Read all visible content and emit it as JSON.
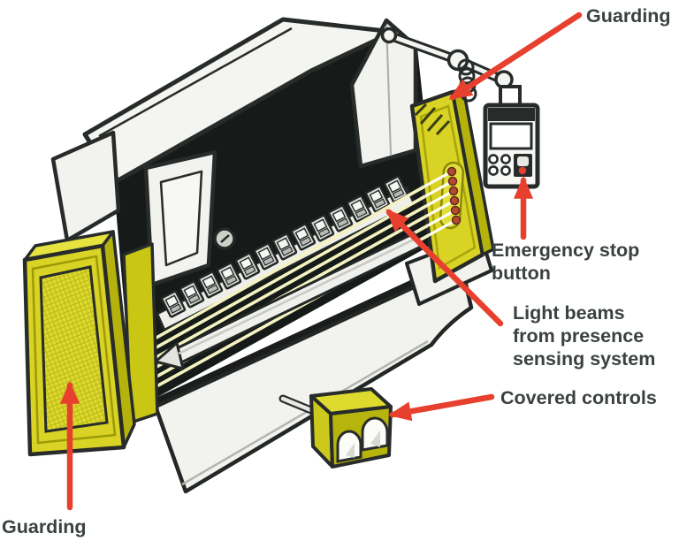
{
  "labels": {
    "guarding_top": "Guarding",
    "emergency_stop_line1": "Emergency stop",
    "emergency_stop_line2": "button",
    "light_beams_line1": "Light beams",
    "light_beams_line2": "from presence",
    "light_beams_line3": "sensing system",
    "covered_controls": "Covered controls",
    "guarding_bottom": "Guarding"
  },
  "colors": {
    "guard_yellow": "#d8d324",
    "guard_yellow_dark": "#b5b20c",
    "guard_yellow_light": "#e6e340",
    "light_beam_pale": "#f5f2c2",
    "light_beam_white": "#fdfdf6",
    "arrow_red": "#e8402e",
    "outline_ink": "#272c2b",
    "label_text": "#3b4141",
    "machine_white": "#f2f2ef",
    "emitter_dot": "#b44a30"
  }
}
